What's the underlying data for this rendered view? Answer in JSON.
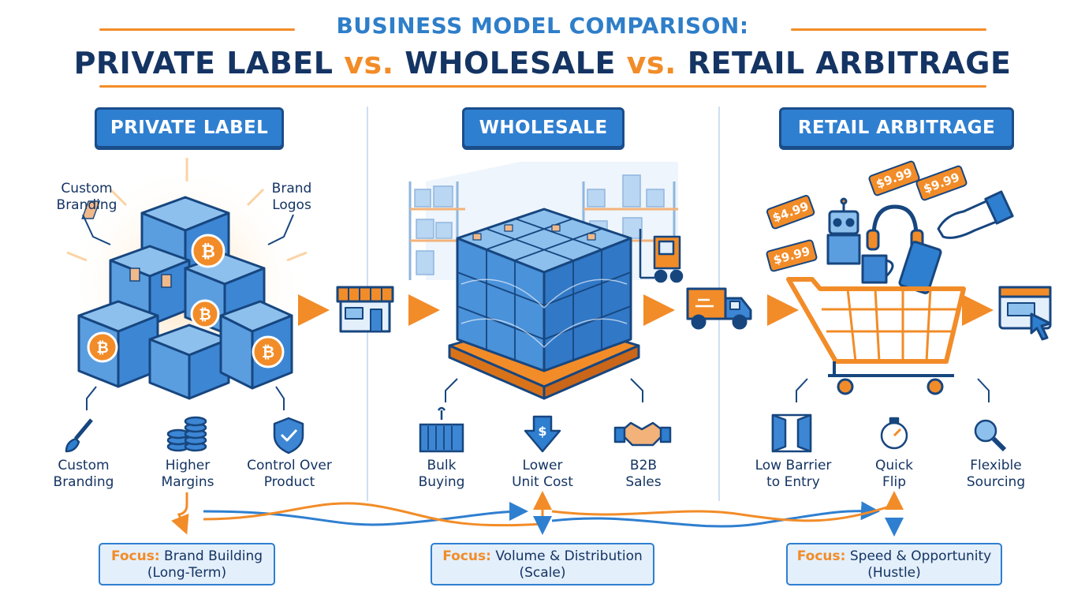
{
  "title": {
    "top": "BUSINESS MODEL COMPARISON:",
    "part1": "PRIVATE LABEL",
    "vs1": " vs. ",
    "part2": "WHOLESALE",
    "vs2": " vs. ",
    "part3": "RETAIL ARBITRAGE"
  },
  "columns": [
    {
      "header": "PRIVATE LABEL",
      "callouts": [
        {
          "line1": "Custom",
          "line2": "Branding"
        },
        {
          "line1": "Brand",
          "line2": "Logos"
        }
      ],
      "features": [
        {
          "icon": "paintbrush-icon",
          "line1": "Custom",
          "line2": "Branding"
        },
        {
          "icon": "coin-stack-icon",
          "line1": "Higher",
          "line2": "Margins"
        },
        {
          "icon": "shield-check-icon",
          "line1": "Control Over",
          "line2": "Product"
        }
      ],
      "focus": {
        "key": "Focus:",
        "line1": "Brand Building",
        "line2": "(Long-Term)"
      }
    },
    {
      "header": "WHOLESALE",
      "features": [
        {
          "icon": "shipping-container-icon",
          "line1": "Bulk",
          "line2": "Buying"
        },
        {
          "icon": "dollar-down-arrow-icon",
          "line1": "Lower",
          "line2": "Unit Cost"
        },
        {
          "icon": "handshake-icon",
          "line1": "B2B",
          "line2": "Sales"
        }
      ],
      "focus": {
        "key": "Focus:",
        "line1": "Volume & Distribution",
        "line2": "(Scale)"
      }
    },
    {
      "header": "RETAIL ARBITRAGE",
      "price_tags": [
        "$4.99",
        "$9.99",
        "$9.99",
        "$9.99"
      ],
      "features": [
        {
          "icon": "open-door-icon",
          "line1": "Low Barrier",
          "line2": "to Entry"
        },
        {
          "icon": "stopwatch-icon",
          "line1": "Quick",
          "line2": "Flip"
        },
        {
          "icon": "magnifier-icon",
          "line1": "Flexible",
          "line2": "Sourcing"
        }
      ],
      "focus": {
        "key": "Focus:",
        "line1": "Speed & Opportunity",
        "line2": "(Hustle)"
      }
    }
  ],
  "colors": {
    "primary_blue": "#2f7fd0",
    "dark_navy": "#143463",
    "accent_orange": "#f28c28",
    "light_blue_bg": "#e3effb"
  },
  "icons": [
    "storefront-icon",
    "delivery-truck-icon",
    "online-store-cursor-icon",
    "forklift-icon",
    "pallet-icon",
    "shopping-cart-icon"
  ]
}
